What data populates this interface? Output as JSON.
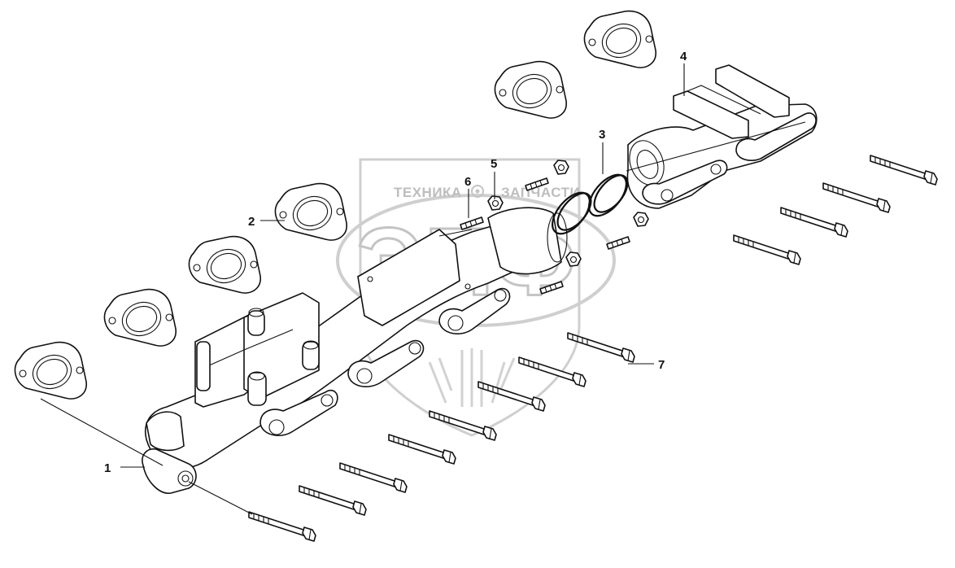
{
  "diagram": {
    "callouts": [
      {
        "id": "1",
        "label": "1"
      },
      {
        "id": "2",
        "label": "2"
      },
      {
        "id": "3",
        "label": "3"
      },
      {
        "id": "4",
        "label": "4"
      },
      {
        "id": "5",
        "label": "5"
      },
      {
        "id": "6",
        "label": "6"
      },
      {
        "id": "7",
        "label": "7"
      }
    ],
    "watermark": {
      "left_text": "ТЕХНИКА",
      "right_text": "ЗАПЧАСТИ",
      "big_text": "ЭПФ"
    }
  }
}
